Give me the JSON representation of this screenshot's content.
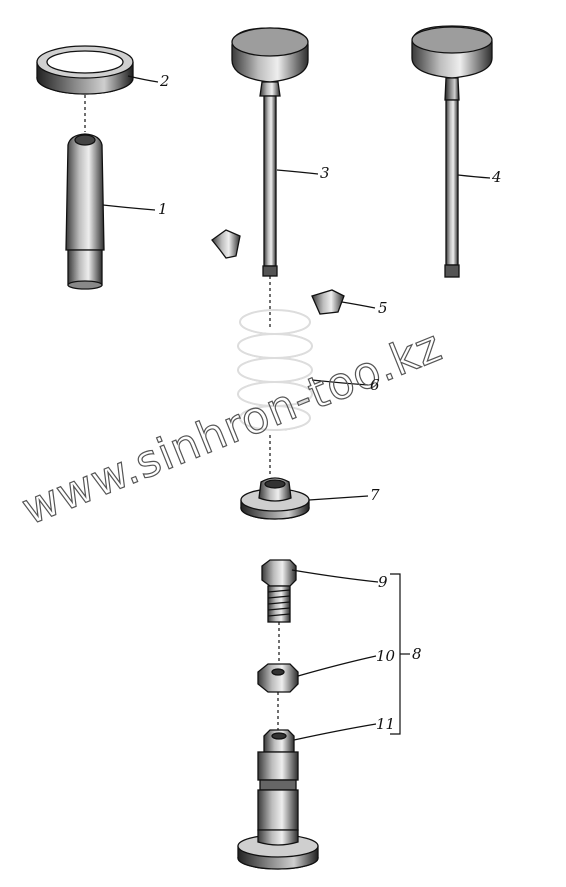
{
  "callouts": {
    "c1": "1",
    "c2": "2",
    "c3": "3",
    "c4": "4",
    "c5": "5",
    "c6": "6",
    "c7": "7",
    "c8": "8",
    "c9": "9",
    "c10": "10",
    "c11": "11"
  },
  "watermark": "www.sinhron-too.kz",
  "colors": {
    "ink": "#111111",
    "paper": "#ffffff",
    "watermark": "#555555"
  }
}
